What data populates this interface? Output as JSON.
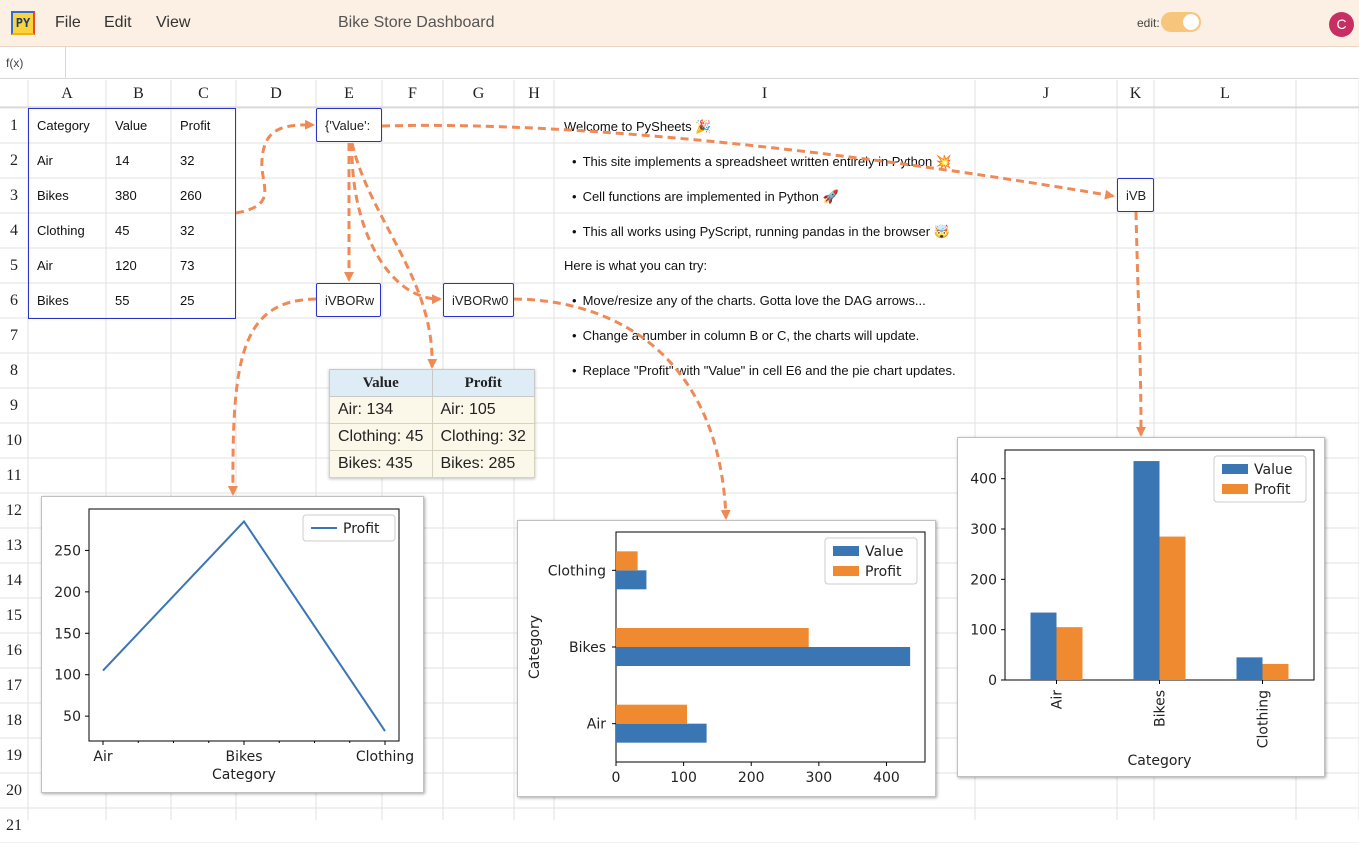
{
  "app": {
    "logo_text": "PY",
    "menu": [
      "File",
      "Edit",
      "View"
    ],
    "title": "Bike Store Dashboard",
    "edit_label": "edit:",
    "avatar_letter": "C"
  },
  "formula_bar": {
    "label": "f(x)",
    "value": ""
  },
  "grid": {
    "columns": [
      "A",
      "B",
      "C",
      "D",
      "E",
      "F",
      "G",
      "H",
      "I",
      "J",
      "K",
      "L"
    ],
    "rows": [
      "1",
      "2",
      "3",
      "4",
      "5",
      "6",
      "7",
      "8",
      "9",
      "10",
      "11",
      "12",
      "13",
      "14",
      "15",
      "16",
      "17",
      "18",
      "19",
      "20",
      "21"
    ]
  },
  "sheet_table": {
    "headers": [
      "Category",
      "Value",
      "Profit"
    ],
    "rows": [
      [
        "Air",
        "14",
        "32"
      ],
      [
        "Bikes",
        "380",
        "260"
      ],
      [
        "Clothing",
        "45",
        "32"
      ],
      [
        "Air",
        "120",
        "73"
      ],
      [
        "Bikes",
        "55",
        "25"
      ]
    ]
  },
  "cells": {
    "E1": "{'Value':",
    "E6": "iVBORw",
    "G6": "iVBORw0",
    "K3": "iVB"
  },
  "info": {
    "welcome": "Welcome to PySheets 🎉",
    "bullets1": [
      "This site implements a spreadsheet written entirely in Python 💥",
      "Cell functions are implemented in Python 🚀",
      "This all works using PyScript, running pandas in the browser 🤯"
    ],
    "try_heading": "Here is what you can try:",
    "bullets2": [
      "Move/resize any of the charts. Gotta love the DAG arrows...",
      "Change a number in column B or C, the charts will update.",
      "Replace \"Profit\" with \"Value\" in cell E6 and the pie chart updates."
    ]
  },
  "summary_table": {
    "headers": [
      "Value",
      "Profit"
    ],
    "rows": [
      [
        "Air: 134",
        "Air: 105"
      ],
      [
        "Clothing: 45",
        "Clothing: 32"
      ],
      [
        "Bikes: 435",
        "Bikes: 285"
      ]
    ]
  },
  "colors": {
    "value_series": "#3a75b4",
    "profit_series": "#ef8a31",
    "arrow": "#ef8a56",
    "selection": "#2a34c8"
  },
  "chart_data": [
    {
      "type": "line",
      "categories": [
        "Air",
        "Bikes",
        "Clothing"
      ],
      "series": [
        {
          "name": "Profit",
          "values": [
            105,
            285,
            32
          ]
        }
      ],
      "xlabel": "Category",
      "ylabel": "",
      "ylim": [
        20,
        300
      ],
      "yticks": [
        50,
        100,
        150,
        200,
        250
      ],
      "legend": "top-right",
      "grid": false
    },
    {
      "type": "bar",
      "orientation": "horizontal",
      "categories": [
        "Air",
        "Bikes",
        "Clothing"
      ],
      "series": [
        {
          "name": "Value",
          "values": [
            134,
            435,
            45
          ]
        },
        {
          "name": "Profit",
          "values": [
            105,
            285,
            32
          ]
        }
      ],
      "xlabel": "",
      "ylabel": "Category",
      "xlim": [
        0,
        457
      ],
      "xticks": [
        0,
        100,
        200,
        300,
        400
      ],
      "legend": "top-right",
      "grid": false
    },
    {
      "type": "bar",
      "orientation": "vertical",
      "categories": [
        "Air",
        "Bikes",
        "Clothing"
      ],
      "series": [
        {
          "name": "Value",
          "values": [
            134,
            435,
            45
          ]
        },
        {
          "name": "Profit",
          "values": [
            105,
            285,
            32
          ]
        }
      ],
      "xlabel": "Category",
      "ylabel": "",
      "ylim": [
        0,
        457
      ],
      "yticks": [
        0,
        100,
        200,
        300,
        400
      ],
      "legend": "top-right",
      "grid": false
    }
  ]
}
